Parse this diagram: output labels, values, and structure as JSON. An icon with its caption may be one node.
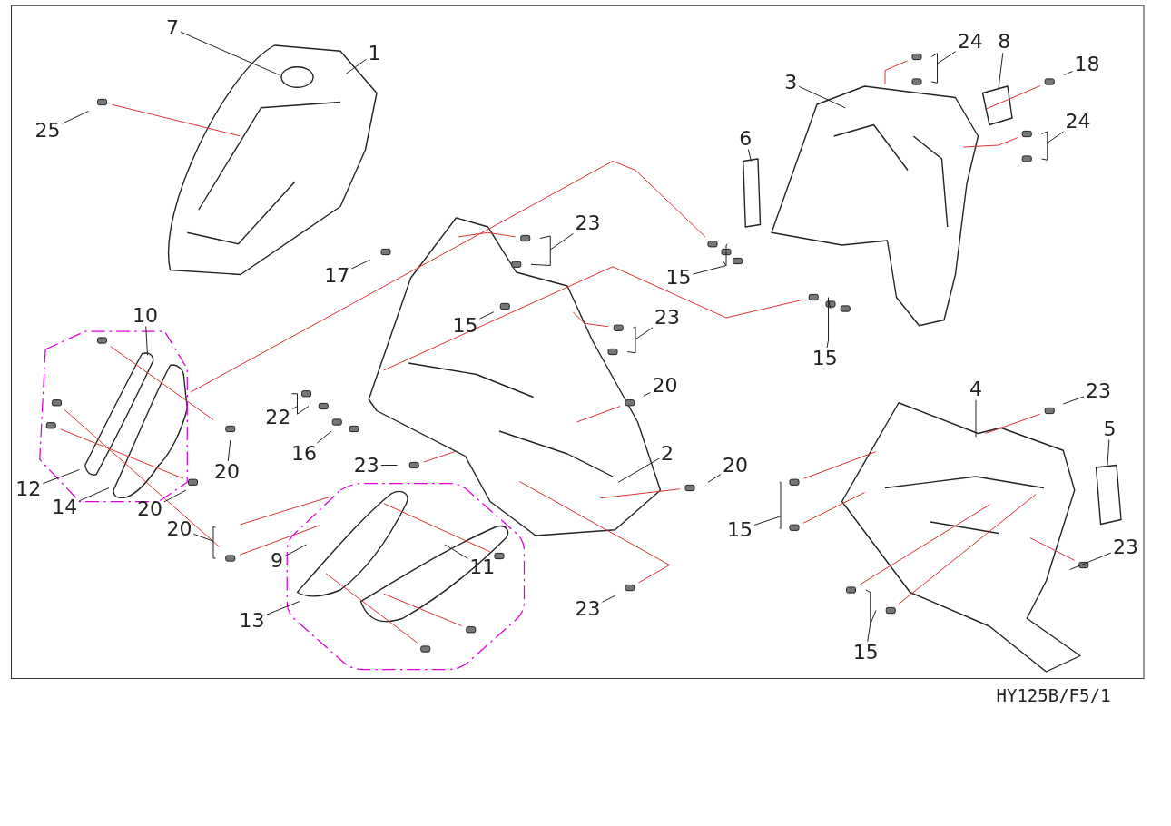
{
  "diagram": {
    "nodes": [
      {
        "text": [
          "7"
        ]
      },
      {
        "text": [
          "24"
        ]
      },
      {
        "text": [
          "8"
        ]
      },
      {
        "text": [
          "1"
        ]
      },
      {
        "text": [
          "18"
        ]
      },
      {
        "text": [
          "3"
        ]
      },
      {
        "text": [
          "25"
        ]
      },
      {
        "text": [
          "24"
        ]
      },
      {
        "text": [
          "6"
        ]
      },
      {
        "text": [
          "23"
        ]
      },
      {
        "text": [
          "17"
        ]
      },
      {
        "text": [
          "15"
        ]
      },
      {
        "text": [
          "15"
        ]
      },
      {
        "text": [
          "23"
        ]
      },
      {
        "text": [
          "10"
        ]
      },
      {
        "text": [
          "15"
        ]
      },
      {
        "text": [
          "20"
        ]
      },
      {
        "text": [
          "4"
        ]
      },
      {
        "text": [
          "23"
        ]
      },
      {
        "text": [
          "22"
        ]
      },
      {
        "text": [
          "5"
        ]
      },
      {
        "text": [
          "16"
        ]
      },
      {
        "text": [
          "2"
        ]
      },
      {
        "text": [
          "20"
        ]
      },
      {
        "text": [
          "23"
        ]
      },
      {
        "text": [
          "20"
        ]
      },
      {
        "text": [
          "12"
        ]
      },
      {
        "text": [
          "14"
        ]
      },
      {
        "text": [
          "20"
        ]
      },
      {
        "text": [
          "15"
        ]
      },
      {
        "text": [
          "20"
        ]
      },
      {
        "text": [
          "23"
        ]
      },
      {
        "text": [
          "9"
        ]
      },
      {
        "text": [
          "11"
        ]
      },
      {
        "text": [
          "13"
        ]
      },
      {
        "text": [
          "23"
        ]
      },
      {
        "text": [
          "15"
        ]
      }
    ],
    "edges": [
      {
        "from": 0,
        "to": null,
        "arrow": "none"
      },
      {
        "from": 1,
        "to": null,
        "arrow": "none"
      },
      {
        "from": 2,
        "to": null,
        "arrow": "none"
      },
      {
        "from": 3,
        "to": null,
        "arrow": "none"
      },
      {
        "from": 4,
        "to": null,
        "arrow": "none"
      },
      {
        "from": 5,
        "to": null,
        "arrow": "none"
      },
      {
        "from": 6,
        "to": null,
        "arrow": "none"
      },
      {
        "from": 7,
        "to": null,
        "arrow": "none"
      },
      {
        "from": 8,
        "to": null,
        "arrow": "none"
      },
      {
        "from": 9,
        "to": null,
        "arrow": "none"
      },
      {
        "from": 10,
        "to": null,
        "arrow": "none"
      },
      {
        "from": 11,
        "to": null,
        "arrow": "none"
      },
      {
        "from": 12,
        "to": null,
        "arrow": "none"
      },
      {
        "from": 13,
        "to": null,
        "arrow": "none"
      },
      {
        "from": 14,
        "to": null,
        "arrow": "none"
      },
      {
        "from": 15,
        "to": null,
        "arrow": "none"
      },
      {
        "from": 16,
        "to": null,
        "arrow": "none"
      },
      {
        "from": 17,
        "to": null,
        "arrow": "none"
      },
      {
        "from": 18,
        "to": null,
        "arrow": "none"
      },
      {
        "from": 19,
        "to": null,
        "arrow": "none"
      },
      {
        "from": 20,
        "to": null,
        "arrow": "none"
      },
      {
        "from": 21,
        "to": null,
        "arrow": "none"
      },
      {
        "from": 22,
        "to": null,
        "arrow": "none"
      },
      {
        "from": 23,
        "to": null,
        "arrow": "none"
      },
      {
        "from": 24,
        "to": null,
        "arrow": "none"
      },
      {
        "from": 25,
        "to": null,
        "arrow": "none"
      },
      {
        "from": 26,
        "to": null,
        "arrow": "none"
      },
      {
        "from": 27,
        "to": null,
        "arrow": "none"
      },
      {
        "from": 28,
        "to": null,
        "arrow": "none"
      },
      {
        "from": 29,
        "to": null,
        "arrow": "none"
      },
      {
        "from": 30,
        "to": null,
        "arrow": "none"
      },
      {
        "from": 31,
        "to": null,
        "arrow": "none"
      },
      {
        "from": 32,
        "to": null,
        "arrow": "none"
      },
      {
        "from": 33,
        "to": null,
        "arrow": "none"
      },
      {
        "from": 34,
        "to": null,
        "arrow": "none"
      },
      {
        "from": 35,
        "to": null,
        "arrow": "none"
      },
      {
        "from": 36,
        "to": null,
        "arrow": "none"
      }
    ],
    "labels": [
      "HY125B/F5/1"
    ]
  }
}
